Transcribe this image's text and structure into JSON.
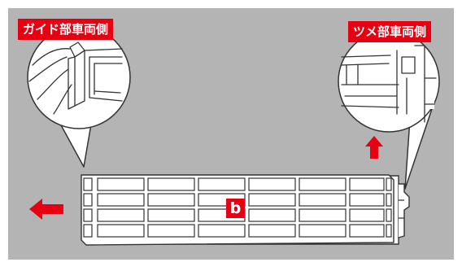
{
  "callouts": {
    "left_label": "ガイド部車両側",
    "right_label": "ツメ部車両側"
  },
  "part": {
    "letter": "b"
  },
  "arrows": {
    "remove_direction": "left",
    "lift_direction": "up"
  },
  "colors": {
    "background": "#b4b4b4",
    "accent_red": "#e60012",
    "line": "#333333",
    "fill": "#ffffff"
  }
}
